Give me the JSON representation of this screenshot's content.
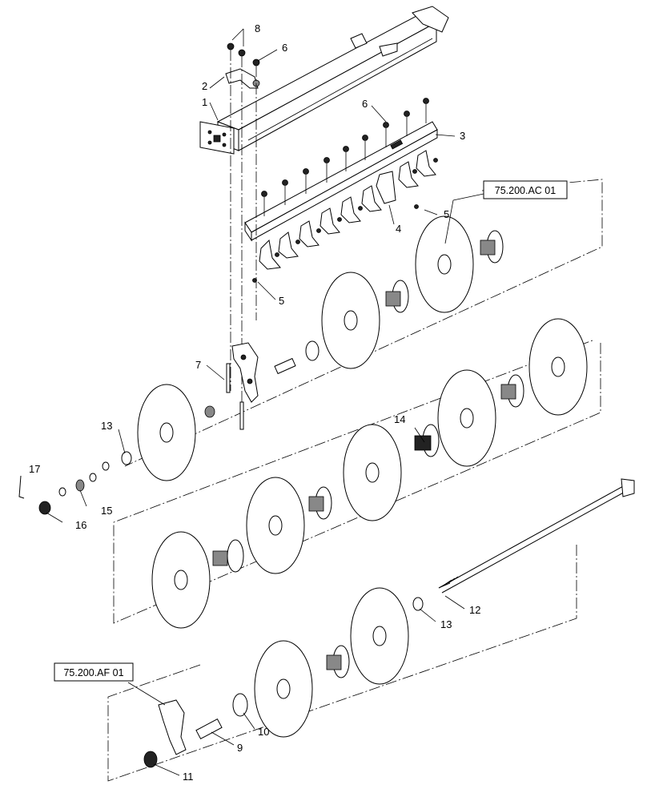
{
  "callouts": [
    {
      "id": "c1",
      "text": "1"
    },
    {
      "id": "c2",
      "text": "2"
    },
    {
      "id": "c3",
      "text": "3"
    },
    {
      "id": "c4",
      "text": "4"
    },
    {
      "id": "c5a",
      "text": "5"
    },
    {
      "id": "c5b",
      "text": "5"
    },
    {
      "id": "c6a",
      "text": "6"
    },
    {
      "id": "c6b",
      "text": "6"
    },
    {
      "id": "c7",
      "text": "7"
    },
    {
      "id": "c8",
      "text": "8"
    },
    {
      "id": "c9",
      "text": "9"
    },
    {
      "id": "c10",
      "text": "10"
    },
    {
      "id": "c11",
      "text": "11"
    },
    {
      "id": "c12",
      "text": "12"
    },
    {
      "id": "c13a",
      "text": "13"
    },
    {
      "id": "c13b",
      "text": "13"
    },
    {
      "id": "c14",
      "text": "14"
    },
    {
      "id": "c15",
      "text": "15"
    },
    {
      "id": "c16",
      "text": "16"
    },
    {
      "id": "c17",
      "text": "17"
    }
  ],
  "references": {
    "top": "75.200.AC 01",
    "bottom": "75.200.AF 01"
  }
}
